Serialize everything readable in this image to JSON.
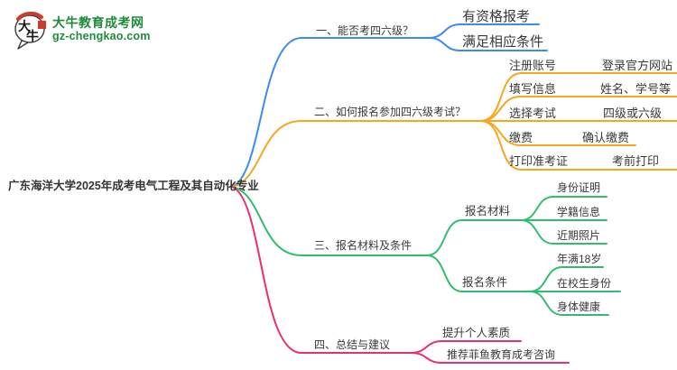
{
  "logo": {
    "title": "大牛教育成考网",
    "domain": "gz-chengkao.com",
    "icon": {
      "char1": "大",
      "char2": "牛"
    },
    "brand_color": "#1e8b3a",
    "seal_color": "#cf3a2a"
  },
  "mindmap": {
    "text_color": "#3a3a3a",
    "root": {
      "label": "广东海洋大学2025年成考电气工程及其自动化专业"
    },
    "branches": [
      {
        "label": "一、能否考四六级？",
        "color": "#3d8bf0",
        "children": [
          {
            "label": "有资格报考"
          },
          {
            "label": "满足相应条件"
          }
        ]
      },
      {
        "label": "二、如何报名参加四六级考试？",
        "color": "#f5a720",
        "children": [
          {
            "label": "注册账号",
            "children": [
              {
                "label": "登录官方网站"
              }
            ]
          },
          {
            "label": "填写信息",
            "children": [
              {
                "label": "姓名、学号等"
              }
            ]
          },
          {
            "label": "选择考试",
            "children": [
              {
                "label": "四级或六级"
              }
            ]
          },
          {
            "label": "缴费",
            "children": [
              {
                "label": "确认缴费"
              }
            ]
          },
          {
            "label": "打印准考证",
            "children": [
              {
                "label": "考前打印"
              }
            ]
          }
        ]
      },
      {
        "label": "三、报名材料及条件",
        "color": "#2fbe70",
        "children": [
          {
            "label": "报名材料",
            "children": [
              {
                "label": "身份证明"
              },
              {
                "label": "学籍信息"
              },
              {
                "label": "近期照片"
              }
            ]
          },
          {
            "label": "报名条件",
            "children": [
              {
                "label": "年满18岁"
              },
              {
                "label": "在校生身份"
              },
              {
                "label": "身体健康"
              }
            ]
          }
        ]
      },
      {
        "label": "四、总结与建议",
        "color": "#ea2e72",
        "children": [
          {
            "label": "提升个人素质"
          },
          {
            "label": "推荐菲鱼教育成考咨询"
          }
        ]
      }
    ]
  }
}
